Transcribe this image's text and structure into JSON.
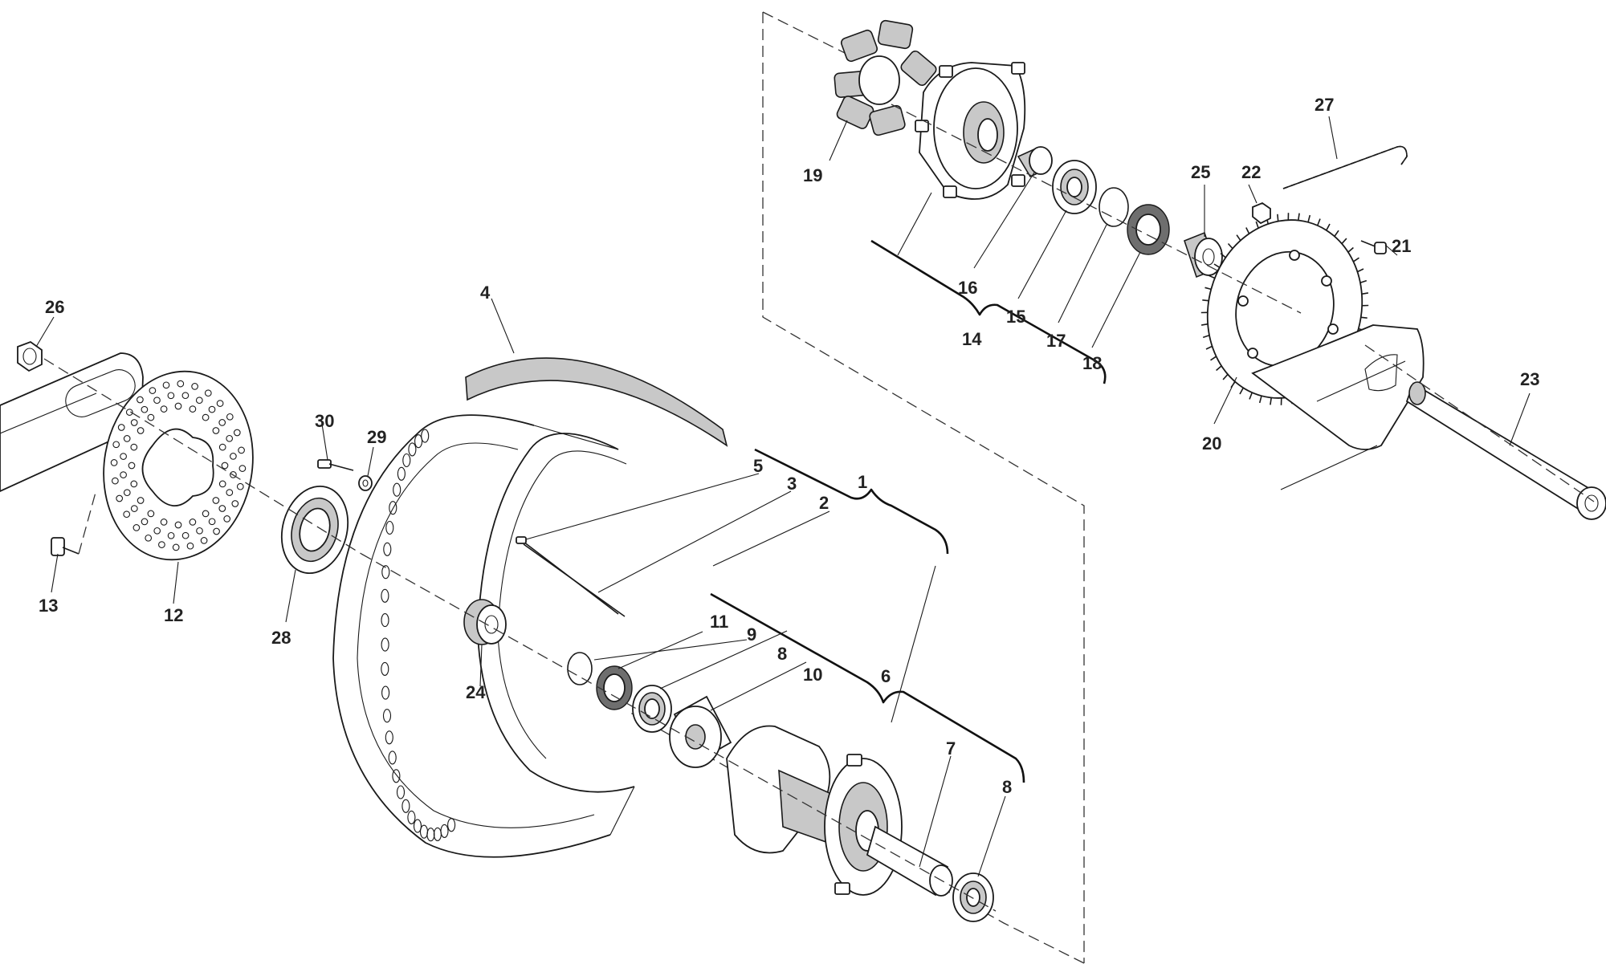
{
  "callouts": [
    "1",
    "2",
    "3",
    "4",
    "5",
    "6",
    "7",
    "8",
    "8",
    "9",
    "10",
    "11",
    "12",
    "13",
    "14",
    "15",
    "16",
    "17",
    "18",
    "19",
    "20",
    "21",
    "22",
    "23",
    "24",
    "25",
    "26",
    "27",
    "28",
    "29",
    "30"
  ],
  "colors": {
    "line": "#1a1a1a",
    "fill_light": "#c8c8c8",
    "fill_dark": "#6e6e6e",
    "background": "#ffffff"
  }
}
